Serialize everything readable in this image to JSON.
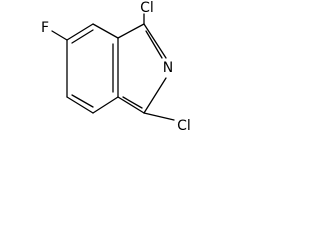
{
  "structure": {
    "atoms": {
      "cl_top": "Cl",
      "nitrogen": "N",
      "cl_bottom": "Cl",
      "fluorine": "F"
    },
    "colors": {
      "bond": "#000000",
      "label": "#000000",
      "background": "#ffffff"
    }
  }
}
